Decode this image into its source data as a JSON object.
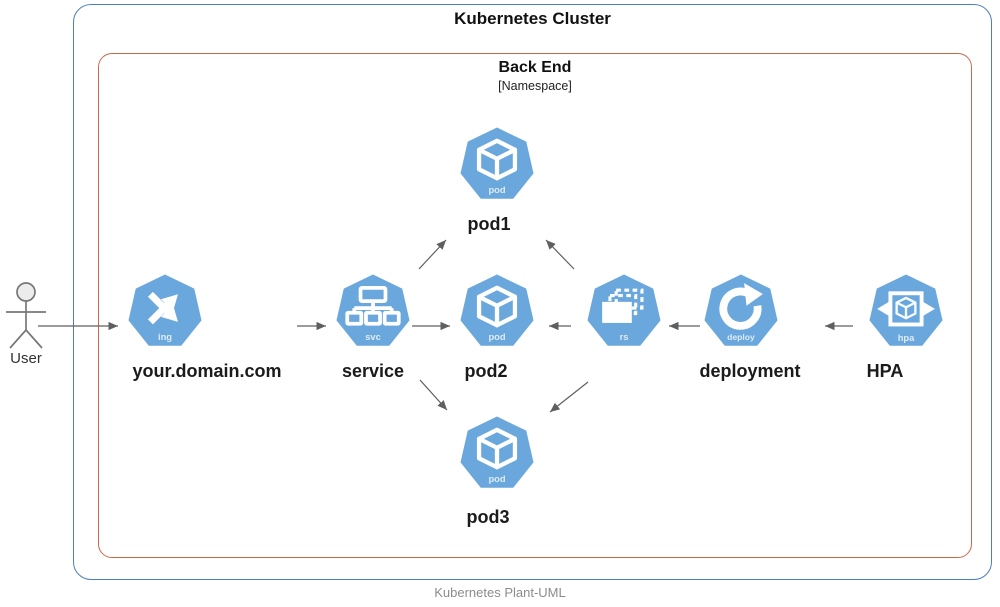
{
  "page": {
    "caption": "Kubernetes Plant-UML"
  },
  "cluster": {
    "title": "Kubernetes Cluster"
  },
  "namespace": {
    "title": "Back End",
    "subtitle": "[Namespace]"
  },
  "actor": {
    "label": "User"
  },
  "nodes": {
    "ingress": {
      "label": "your.domain.com",
      "badge": "ing",
      "icon": "ingress-icon"
    },
    "service": {
      "label": "service",
      "badge": "svc",
      "icon": "service-icon"
    },
    "pod1": {
      "label": "pod1",
      "badge": "pod",
      "icon": "pod-icon"
    },
    "pod2": {
      "label": "pod2",
      "badge": "pod",
      "icon": "pod-icon"
    },
    "pod3": {
      "label": "pod3",
      "badge": "pod",
      "icon": "pod-icon"
    },
    "replicaset": {
      "label": "",
      "badge": "rs",
      "icon": "replicaset-icon"
    },
    "deployment": {
      "label": "deployment",
      "badge": "deploy",
      "icon": "deployment-icon"
    },
    "hpa": {
      "label": "HPA",
      "badge": "hpa",
      "icon": "hpa-icon"
    }
  },
  "edges": [
    {
      "from": "User",
      "to": "your.domain.com"
    },
    {
      "from": "your.domain.com",
      "to": "service"
    },
    {
      "from": "service",
      "to": "pod1"
    },
    {
      "from": "service",
      "to": "pod2"
    },
    {
      "from": "service",
      "to": "pod3"
    },
    {
      "from": "replicaset",
      "to": "pod1"
    },
    {
      "from": "replicaset",
      "to": "pod2"
    },
    {
      "from": "replicaset",
      "to": "pod3"
    },
    {
      "from": "deployment",
      "to": "replicaset"
    },
    {
      "from": "HPA",
      "to": "deployment"
    }
  ],
  "colors": {
    "cluster_border": "#4d7ec0",
    "namespace_border": "#c9694a",
    "icon_blue": "#6aa7dc",
    "arrow": "#5f5f5f",
    "caption_text": "#8c8c8c"
  }
}
